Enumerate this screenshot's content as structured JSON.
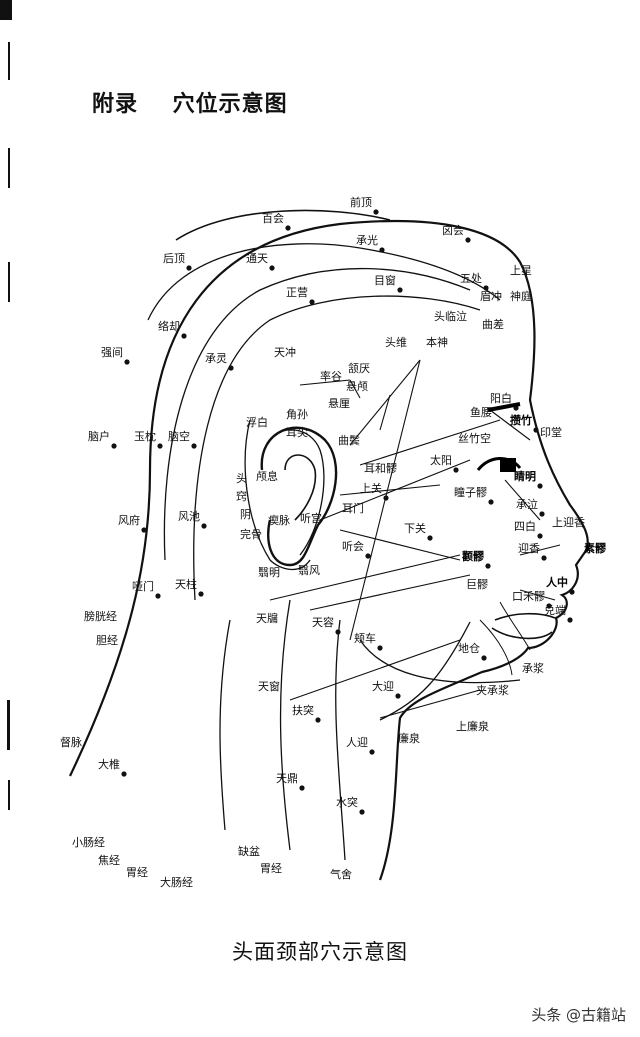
{
  "page": {
    "header_title": "附录    穴位示意图",
    "caption": "头面颈部穴示意图",
    "watermark": "头条 @古籍站"
  },
  "acupoints": [
    {
      "id": "baihui",
      "label": "百会"
    },
    {
      "id": "qianding",
      "label": "前顶"
    },
    {
      "id": "xinhui",
      "label": "囟会"
    },
    {
      "id": "houding",
      "label": "后顶"
    },
    {
      "id": "tongtian",
      "label": "通天"
    },
    {
      "id": "chengguang",
      "label": "承光"
    },
    {
      "id": "shangxing",
      "label": "上星"
    },
    {
      "id": "muchuang",
      "label": "目窗"
    },
    {
      "id": "wuchu",
      "label": "五处"
    },
    {
      "id": "meichong",
      "label": "眉冲"
    },
    {
      "id": "shenting",
      "label": "神庭"
    },
    {
      "id": "zhengying",
      "label": "正营"
    },
    {
      "id": "toulinqi",
      "label": "头临泣"
    },
    {
      "id": "qucha",
      "label": "曲差"
    },
    {
      "id": "luoque",
      "label": "络却"
    },
    {
      "id": "chengling",
      "label": "承灵"
    },
    {
      "id": "touwei",
      "label": "头维"
    },
    {
      "id": "benshen",
      "label": "本神"
    },
    {
      "id": "qiangjian",
      "label": "强间"
    },
    {
      "id": "tianchong",
      "label": "天冲"
    },
    {
      "id": "shuaigu",
      "label": "率谷"
    },
    {
      "id": "hanyan",
      "label": "颔厌"
    },
    {
      "id": "xuanlu",
      "label": "悬颅"
    },
    {
      "id": "xuanli",
      "label": "悬厘"
    },
    {
      "id": "yangbai",
      "label": "阳白"
    },
    {
      "id": "yuyao",
      "label": "鱼腰"
    },
    {
      "id": "cuanzhu",
      "label": "攒竹"
    },
    {
      "id": "yintang",
      "label": "印堂"
    },
    {
      "id": "naohu",
      "label": "脑户"
    },
    {
      "id": "yuzhen",
      "label": "玉枕"
    },
    {
      "id": "naokong",
      "label": "脑空"
    },
    {
      "id": "fubai",
      "label": "浮白"
    },
    {
      "id": "jiaosun",
      "label": "角孙"
    },
    {
      "id": "ermen_jian",
      "label": "耳尖"
    },
    {
      "id": "qubin",
      "label": "曲鬓"
    },
    {
      "id": "sizhukong",
      "label": "丝竹空"
    },
    {
      "id": "touqiaoyin_1",
      "label": "头"
    },
    {
      "id": "touqiaoyin_2",
      "label": "窍"
    },
    {
      "id": "touqiaoyin_3",
      "label": "阴"
    },
    {
      "id": "luxi",
      "label": "颅息"
    },
    {
      "id": "erheliao",
      "label": "耳和髎"
    },
    {
      "id": "taiyang",
      "label": "太阳"
    },
    {
      "id": "jingming",
      "label": "睛明"
    },
    {
      "id": "shangguan",
      "label": "上关"
    },
    {
      "id": "tongziliao",
      "label": "瞳子髎"
    },
    {
      "id": "fengfu",
      "label": "风府"
    },
    {
      "id": "fengchi",
      "label": "风池"
    },
    {
      "id": "chimai",
      "label": "瘈脉"
    },
    {
      "id": "ermen",
      "label": "耳门"
    },
    {
      "id": "wangu",
      "label": "完骨"
    },
    {
      "id": "tinggong",
      "label": "听宫"
    },
    {
      "id": "xiaguan",
      "label": "下关"
    },
    {
      "id": "chengqi",
      "label": "承泣"
    },
    {
      "id": "sibai",
      "label": "四白"
    },
    {
      "id": "shangyingxiang",
      "label": "上迎香"
    },
    {
      "id": "yingxiang",
      "label": "迎香"
    },
    {
      "id": "suliao",
      "label": "素髎"
    },
    {
      "id": "tianzhu",
      "label": "天柱"
    },
    {
      "id": "yifeng",
      "label": "翳风"
    },
    {
      "id": "yiming",
      "label": "翳明"
    },
    {
      "id": "tinghui",
      "label": "听会"
    },
    {
      "id": "quanliao",
      "label": "颧髎"
    },
    {
      "id": "juliao",
      "label": "巨髎"
    },
    {
      "id": "renzhong",
      "label": "人中"
    },
    {
      "id": "kouheliao",
      "label": "口禾髎"
    },
    {
      "id": "duiduan",
      "label": "兑端"
    },
    {
      "id": "yamen",
      "label": "哑门"
    },
    {
      "id": "tianyou",
      "label": "天牖"
    },
    {
      "id": "tianrong",
      "label": "天容"
    },
    {
      "id": "jiache",
      "label": "颊车"
    },
    {
      "id": "dicang",
      "label": "地仓"
    },
    {
      "id": "chengjiang",
      "label": "承浆"
    },
    {
      "id": "jiachengjiang",
      "label": "夹承浆"
    },
    {
      "id": "daying",
      "label": "大迎"
    },
    {
      "id": "tianchuang",
      "label": "天窗"
    },
    {
      "id": "futu",
      "label": "扶突"
    },
    {
      "id": "renying",
      "label": "人迎"
    },
    {
      "id": "lianquan",
      "label": "廉泉"
    },
    {
      "id": "shanglianquan",
      "label": "上廉泉"
    },
    {
      "id": "tianding",
      "label": "天鼎"
    },
    {
      "id": "shuitu",
      "label": "水突"
    },
    {
      "id": "dazhui",
      "label": "大椎"
    },
    {
      "id": "quepen",
      "label": "缺盆"
    },
    {
      "id": "qishe",
      "label": "气舍"
    }
  ],
  "meridian_labels": [
    {
      "id": "pangguangjing",
      "label": "膀胱经"
    },
    {
      "id": "danjing",
      "label": "胆经"
    },
    {
      "id": "dumai",
      "label": "督脉"
    },
    {
      "id": "xiaochangjing",
      "label": "小肠经"
    },
    {
      "id": "sanjiaojing",
      "label": "焦经"
    },
    {
      "id": "weijing",
      "label": "胃经"
    },
    {
      "id": "weijing2",
      "label": "胃经"
    },
    {
      "id": "dachangjing",
      "label": "大肠经"
    }
  ]
}
